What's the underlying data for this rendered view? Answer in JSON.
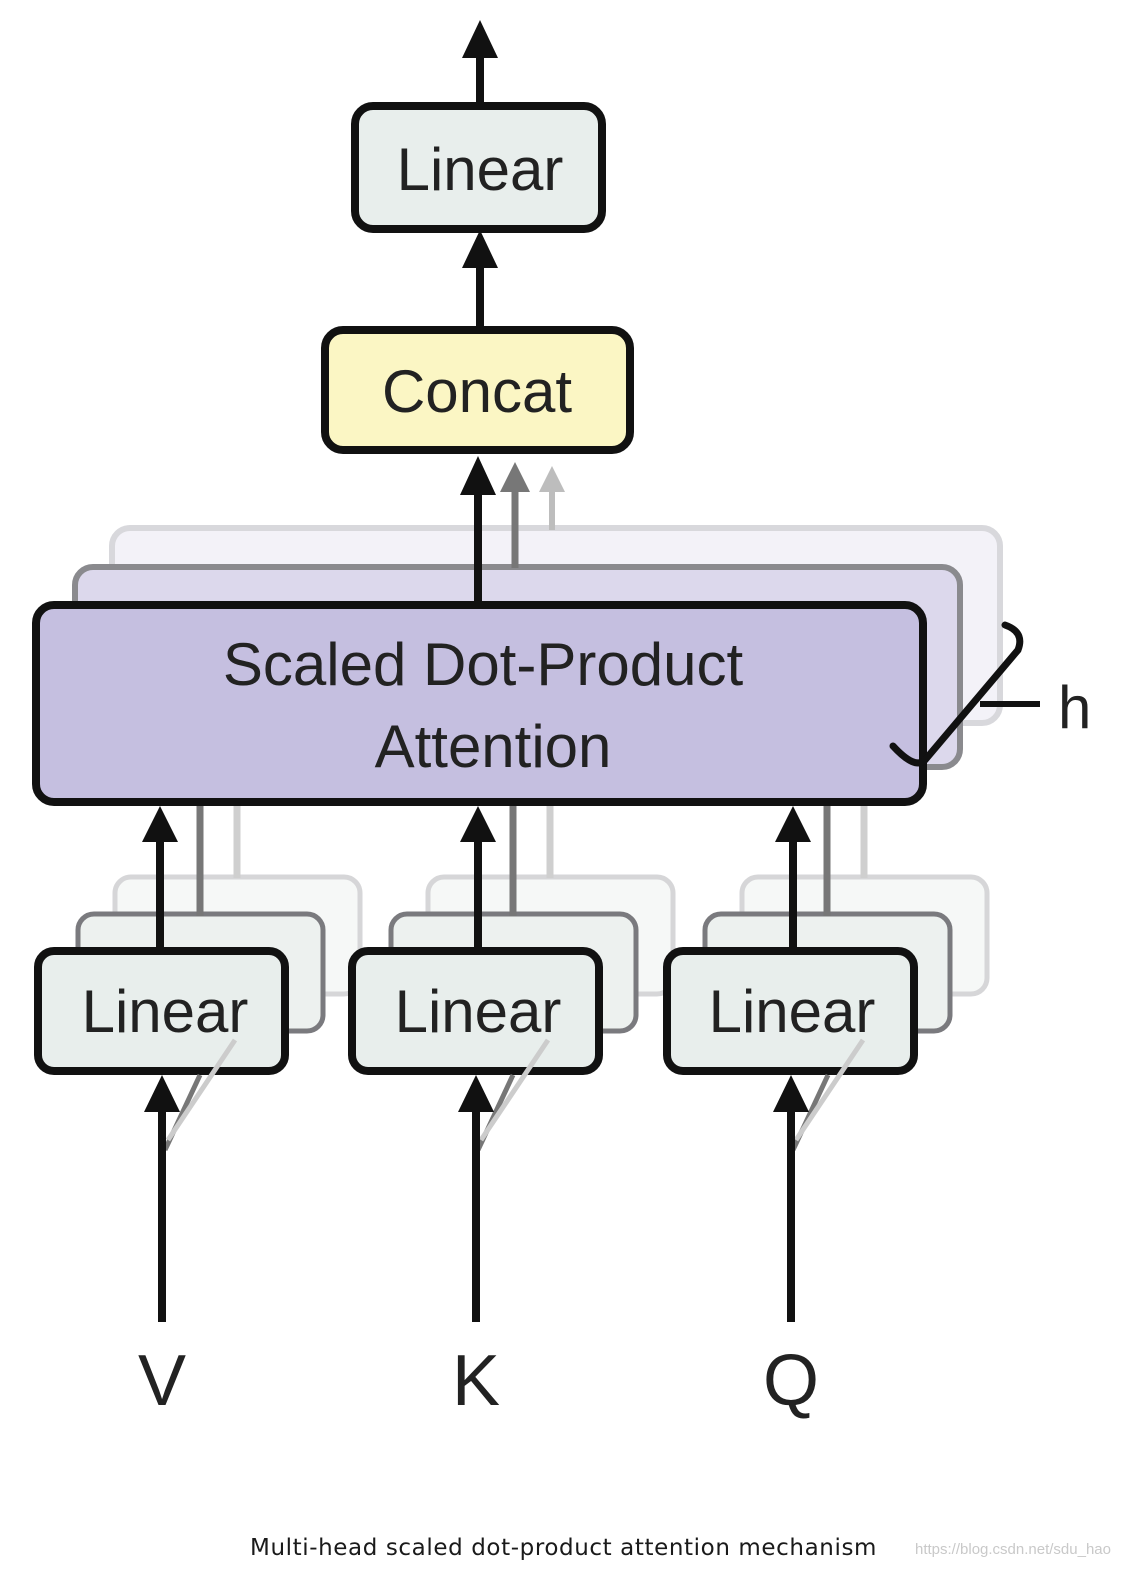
{
  "diagram": {
    "output_linear": "Linear",
    "concat": "Concat",
    "attention_line1": "Scaled Dot-Product",
    "attention_line2": "Attention",
    "head_count_label": "h",
    "input_linears": [
      "Linear",
      "Linear",
      "Linear"
    ],
    "inputs": [
      "V",
      "K",
      "Q"
    ]
  },
  "caption": "Multi-head scaled dot-product attention mechanism",
  "watermark": "https://blog.csdn.net/sdu_hao",
  "colors": {
    "linear_fill": "#e8eeec",
    "concat_fill": "#fbf6c4",
    "attention_fill": "#c5bfe0",
    "stroke": "#111111"
  }
}
